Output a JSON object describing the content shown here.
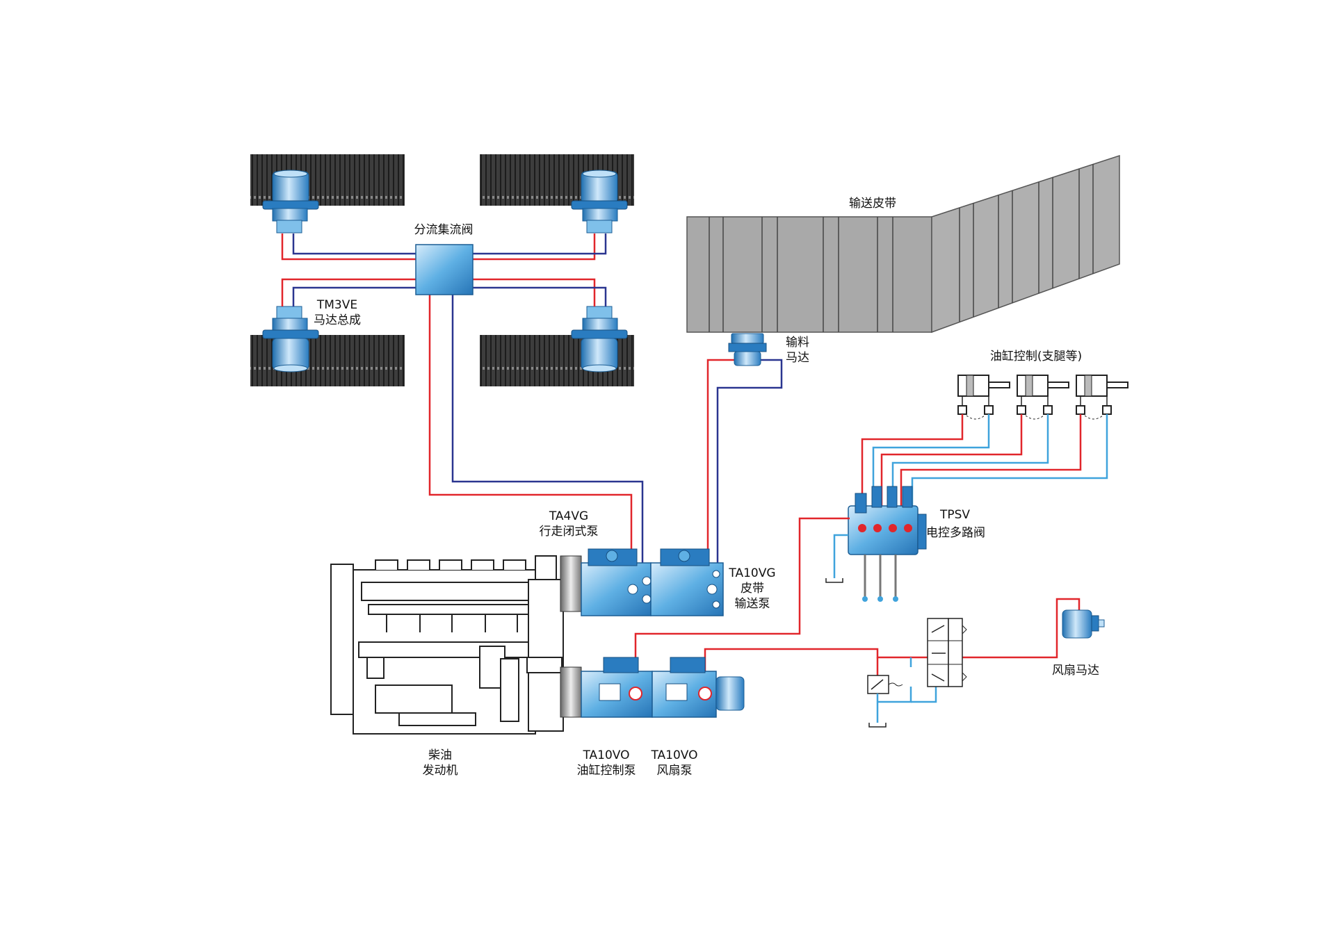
{
  "labels": {
    "divider_valve": "分流集流阀",
    "motor_model": "TM3VE",
    "motor_assembly": "马达总成",
    "conveyor_belt": "输送皮带",
    "feed_motor_1": "输料",
    "feed_motor_2": "马达",
    "cylinder_control": "油缸控制(支腿等)",
    "tpsv_model": "TPSV",
    "tpsv_desc": "电控多路阀",
    "ta4vg_model": "TA4VG",
    "ta4vg_desc": "行走闭式泵",
    "ta10vg_model": "TA10VG",
    "ta10vg_desc1": "皮带",
    "ta10vg_desc2": "输送泵",
    "fan_motor": "风扇马达",
    "engine_1": "柴油",
    "engine_2": "发动机",
    "ta10vo_a_model": "TA10VO",
    "ta10vo_a_desc": "油缸控制泵",
    "ta10vo_b_model": "TA10VO",
    "ta10vo_b_desc": "风扇泵"
  },
  "colors": {
    "pressure_line": "#e1262b",
    "return_line": "#2a3590",
    "pilot_line": "#3fa3dc",
    "component_blue": "#3c8fcb",
    "track_dark": "#3a3a3a",
    "belt_gray": "#a9a9a9"
  }
}
